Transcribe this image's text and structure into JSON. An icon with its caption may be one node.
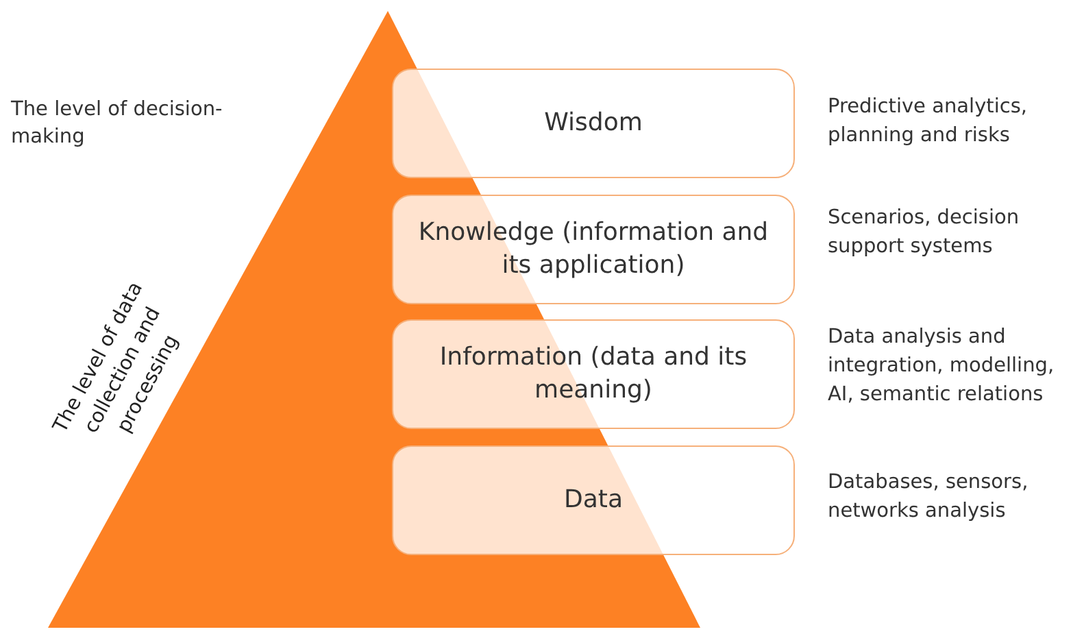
{
  "diagram": {
    "nodes": [
      {
        "text": [
          "Wisdom"
        ],
        "beside": [
          "Predictive analytics, planning and risks"
        ]
      },
      {
        "text": [
          "Knowledge (information and its application)"
        ],
        "beside": [
          "Scenarios, decision support systems"
        ]
      },
      {
        "text": [
          "Information (data and its meaning)"
        ],
        "beside": [
          "Data analysis and integration, modelling, AI, semantic relations"
        ]
      },
      {
        "text": [
          "Data"
        ],
        "beside": [
          "Databases, sensors, networks analysis"
        ]
      }
    ],
    "edges": [],
    "labels": [
      "The level of decision-making",
      "The level of data collection and processing"
    ]
  }
}
